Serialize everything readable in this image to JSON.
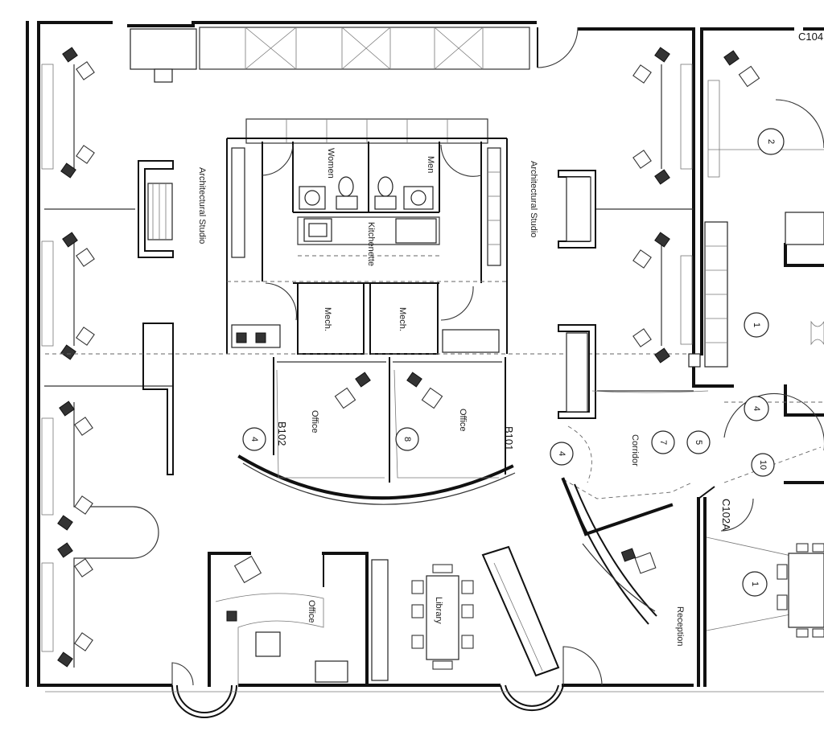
{
  "rooms": {
    "architectural_studio_west": "Architectural Studio",
    "architectural_studio_east": "Architectural Studio",
    "women": "Women",
    "men": "Men",
    "kitchenette": "Kitchenette",
    "mech_1": "Mech.",
    "mech_2": "Mech.",
    "office_b102": "Office",
    "office_b101": "Office",
    "corridor": "Corridor",
    "office_sw": "Office",
    "library": "Library",
    "reception": "Reception"
  },
  "room_tags": {
    "b102": "B102",
    "b101": "B101",
    "c102a": "C102A",
    "c104": "C104"
  },
  "bubbles": {
    "west_office": "4",
    "b101_office": "8",
    "corridor_a": "4",
    "corridor_b": "7",
    "corridor_c": "5",
    "reception_east": "10",
    "east_top": "2",
    "east_mid_a": "1",
    "east_mid_b": "4",
    "east_conf": "1"
  }
}
